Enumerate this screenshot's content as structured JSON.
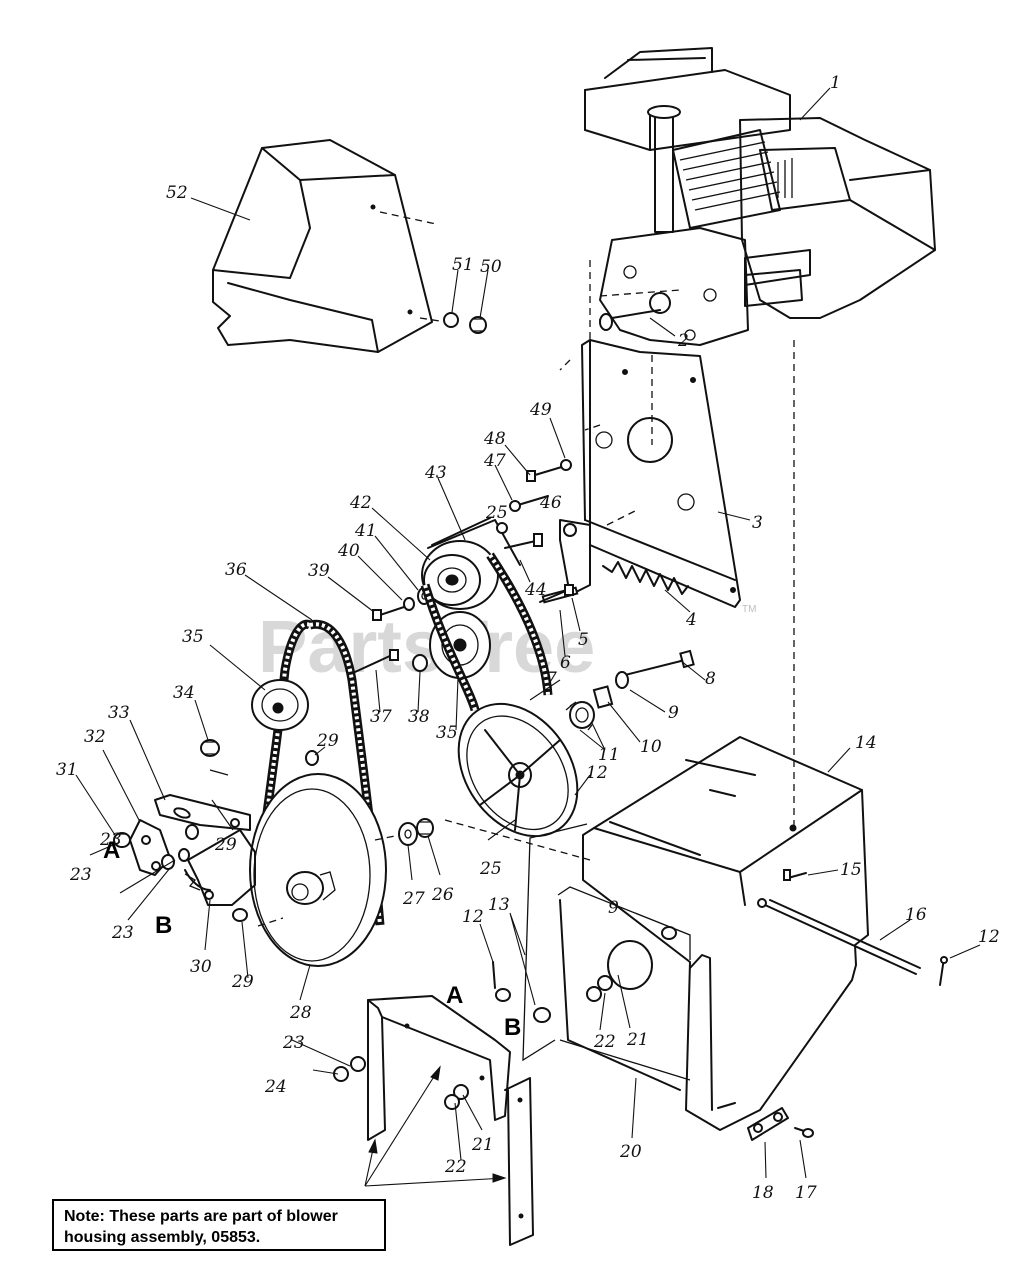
{
  "watermark": {
    "text": "PartsTree",
    "mark": "TM"
  },
  "callouts": [
    "1",
    "2",
    "3",
    "4",
    "5",
    "6",
    "7",
    "8",
    "9",
    "9",
    "10",
    "11",
    "12",
    "12",
    "12",
    "13",
    "14",
    "15",
    "16",
    "17",
    "18",
    "20",
    "21",
    "21",
    "22",
    "22",
    "23",
    "23",
    "23",
    "23",
    "24",
    "25",
    "25",
    "26",
    "27",
    "28",
    "29",
    "29",
    "29",
    "30",
    "31",
    "32",
    "33",
    "34",
    "35",
    "35",
    "36",
    "37",
    "38",
    "39",
    "40",
    "41",
    "42",
    "43",
    "44",
    "46",
    "47",
    "48",
    "49",
    "50",
    "51",
    "52"
  ],
  "letters": [
    "A",
    "B",
    "A",
    "B"
  ],
  "note": {
    "line1": "Note: These parts are part of blower",
    "line2": "housing assembly, 05853."
  }
}
